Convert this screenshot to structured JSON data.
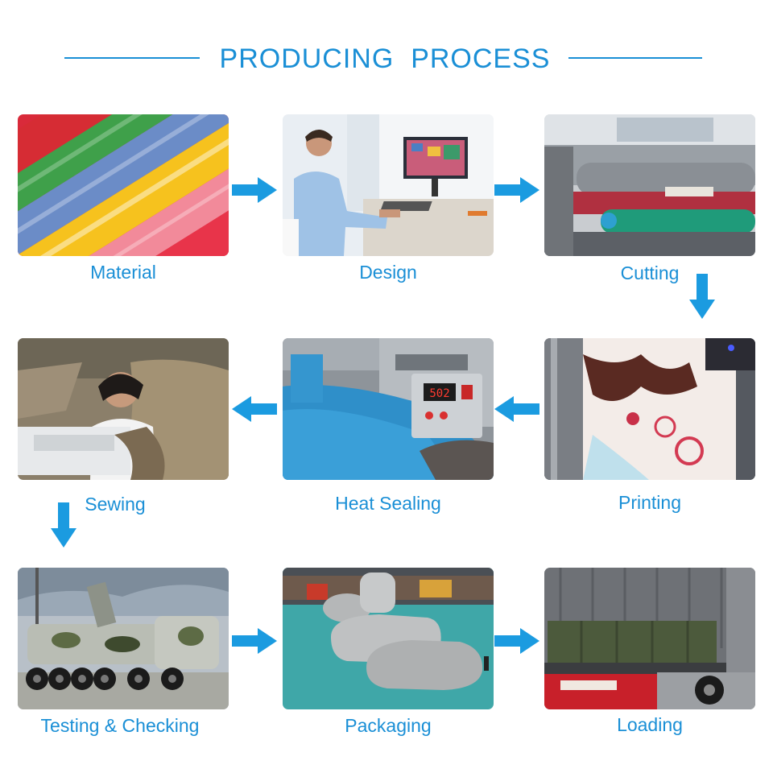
{
  "header": {
    "title": "PRODUCING  PROCESS"
  },
  "colors": {
    "accent": "#1a8fd6",
    "arrow": "#1b9be0",
    "background": "#ffffff"
  },
  "steps": [
    {
      "label": "Material"
    },
    {
      "label": "Design"
    },
    {
      "label": "Cutting"
    },
    {
      "label": "Printing"
    },
    {
      "label": "Heat Sealing"
    },
    {
      "label": "Sewing"
    },
    {
      "label": "Testing & Checking"
    },
    {
      "label": "Packaging"
    },
    {
      "label": "Loading"
    }
  ],
  "photos": {
    "heat_sealing_display": "502"
  },
  "icons": [
    "arrow-right-icon",
    "arrow-left-icon",
    "arrow-down-icon"
  ]
}
